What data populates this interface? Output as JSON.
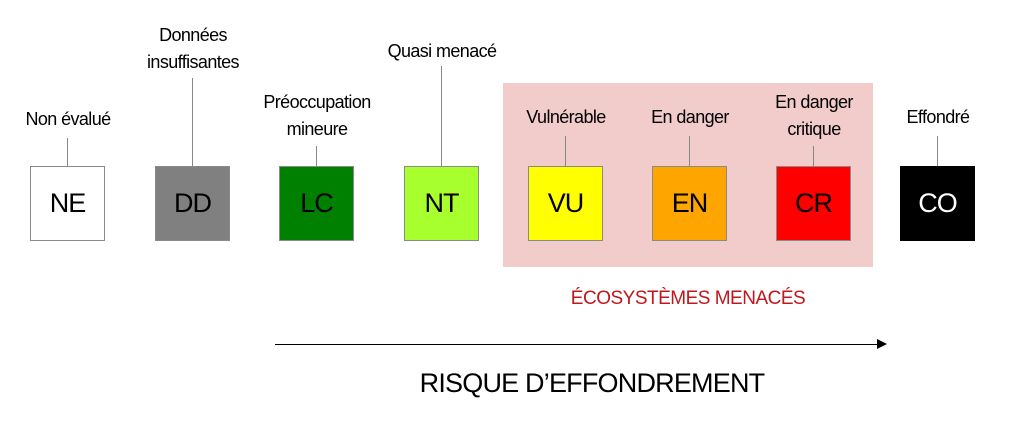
{
  "categories": [
    {
      "code": "NE",
      "label": [
        "Non évalué"
      ],
      "color": "#ffffff",
      "text_color": "#000000"
    },
    {
      "code": "DD",
      "label": [
        "Données",
        "insuffisantes"
      ],
      "color": "#808080",
      "text_color": "#000000"
    },
    {
      "code": "LC",
      "label": [
        "Préoccupation",
        "mineure"
      ],
      "color": "#008000",
      "text_color": "#000000"
    },
    {
      "code": "NT",
      "label": [
        "Quasi menacé"
      ],
      "color": "#a8ff2e",
      "text_color": "#000000"
    },
    {
      "code": "VU",
      "label": [
        "Vulnérable"
      ],
      "color": "#ffff00",
      "text_color": "#000000"
    },
    {
      "code": "EN",
      "label": [
        "En danger"
      ],
      "color": "#ffa500",
      "text_color": "#000000"
    },
    {
      "code": "CR",
      "label": [
        "En danger",
        "critique"
      ],
      "color": "#ff0000",
      "text_color": "#000000"
    },
    {
      "code": "CO",
      "label": [
        "Effondré"
      ],
      "color": "#000000",
      "text_color": "#ffffff"
    }
  ],
  "threatened_zone": {
    "label": "ÉCOSYSTÈMES MENACÉS",
    "color": "#c0171c",
    "background": "#f2cbcb"
  },
  "axis": {
    "label": "RISQUE D’EFFONDREMENT"
  }
}
